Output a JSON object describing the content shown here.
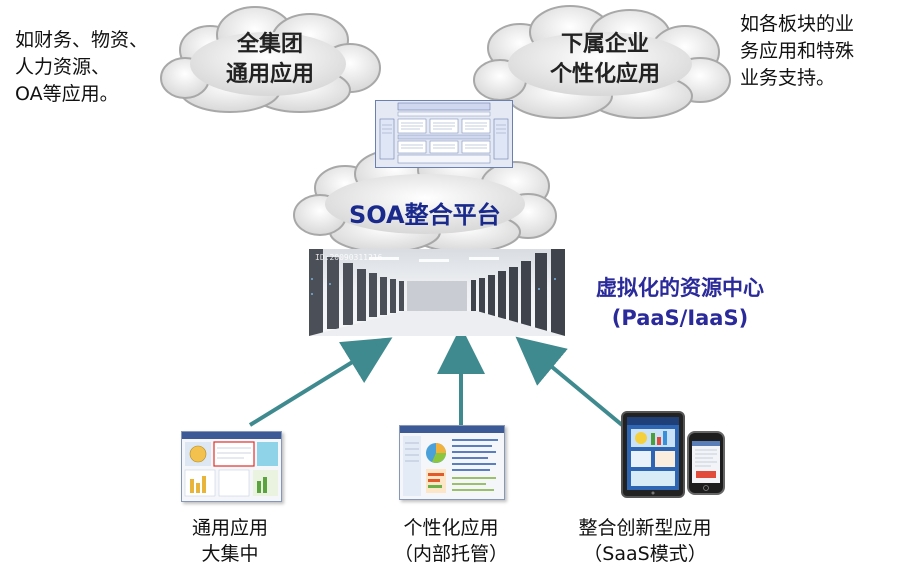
{
  "left_note": [
    "如财务、物资、",
    "人力资源、",
    "OA等应用。"
  ],
  "right_note": [
    "如各板块的业",
    "务应用和特殊",
    "业务支持。"
  ],
  "cloud_group": [
    "全集团",
    "通用应用"
  ],
  "cloud_enterprise": [
    "下属企业",
    "个性化应用"
  ],
  "cloud_soa": "SOA整合平台",
  "resource_center": [
    "虚拟化的资源中心",
    "(PaaS/IaaS)"
  ],
  "datacenter_watermark": "ID:20090311216",
  "captions": [
    [
      "通用应用",
      "大集中"
    ],
    [
      "个性化应用",
      "（内部托管）"
    ],
    [
      "整合创新型应用",
      "（SaaS模式）"
    ]
  ],
  "colors": {
    "arrow": "#3f8a8f",
    "soa_text": "#1a2a8c",
    "resource_text": "#2a2a9a",
    "cloud": "#e8e8e8"
  }
}
